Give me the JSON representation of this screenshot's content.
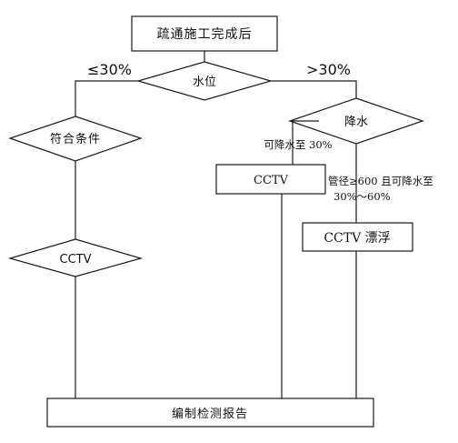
{
  "nodes": {
    "start": "疏通施工完成后",
    "water_level": "水位",
    "meets_condition": "符合条件",
    "cctv_left": "CCTV",
    "dewater": "降水",
    "cctv_middle": "CCTV",
    "cctv_float": "CCTV 漂浮",
    "report": "编制检测报告"
  },
  "edge_labels": {
    "low_water": "≤30%",
    "high_water": ">30%",
    "can_dewater": "可降水至 30%",
    "pipe_condition_line1": "管径≥600 且可降水至",
    "pipe_condition_line2": "30%～60%"
  },
  "colors": {
    "stroke": "#1a1a1a",
    "background": "#ffffff",
    "text": "#111111"
  }
}
